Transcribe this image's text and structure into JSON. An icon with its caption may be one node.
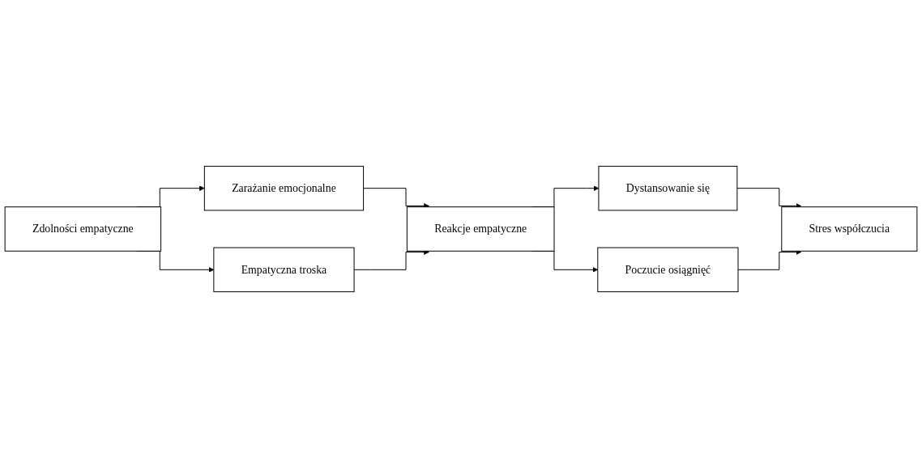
{
  "diagram": {
    "nodes": [
      {
        "text": [
          "Zdolności empatyczne"
        ]
      },
      {
        "text": [
          "Zarażanie emocjonalne"
        ]
      },
      {
        "text": [
          "Empatyczna troska"
        ]
      },
      {
        "text": [
          "Reakcje empatyczne"
        ]
      },
      {
        "text": [
          "Dystansowanie się"
        ]
      },
      {
        "text": [
          "Poczucie osiągnięć"
        ]
      },
      {
        "text": [
          "Stres współczucia"
        ]
      }
    ],
    "edges": [
      {
        "from": 0,
        "to": 1,
        "arrow": "to"
      },
      {
        "from": 0,
        "to": 2,
        "arrow": "to"
      },
      {
        "from": 1,
        "to": 3,
        "arrow": "to"
      },
      {
        "from": 2,
        "to": 3,
        "arrow": "to"
      },
      {
        "from": 3,
        "to": 4,
        "arrow": "to"
      },
      {
        "from": 3,
        "to": 5,
        "arrow": "to"
      },
      {
        "from": 4,
        "to": 6,
        "arrow": "to"
      },
      {
        "from": 5,
        "to": 6,
        "arrow": "to"
      }
    ]
  }
}
